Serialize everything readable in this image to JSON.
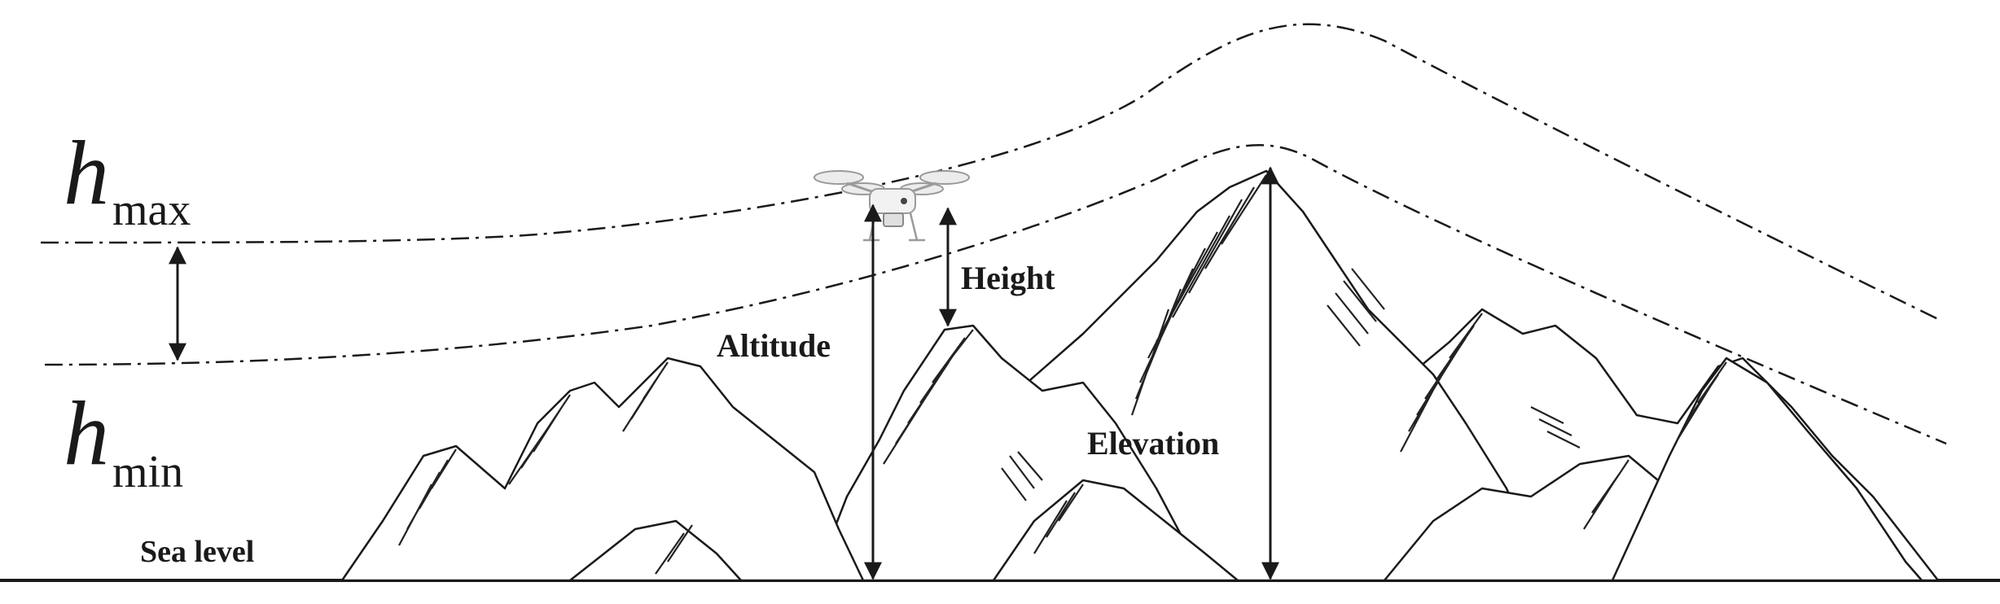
{
  "labels": {
    "h_symbol": "h",
    "h_max_subscript": "max",
    "h_min_subscript": "min",
    "height": "Height",
    "altitude": "Altitude",
    "elevation": "Elevation",
    "sea_level": "Sea level"
  },
  "colors": {
    "ink": "#1a1a1a",
    "shadow": "#222222",
    "drone_body": "#f2f2f2",
    "drone_outline": "#9a9a9a"
  },
  "icons": {
    "drone": "quadcopter-drone-icon"
  }
}
